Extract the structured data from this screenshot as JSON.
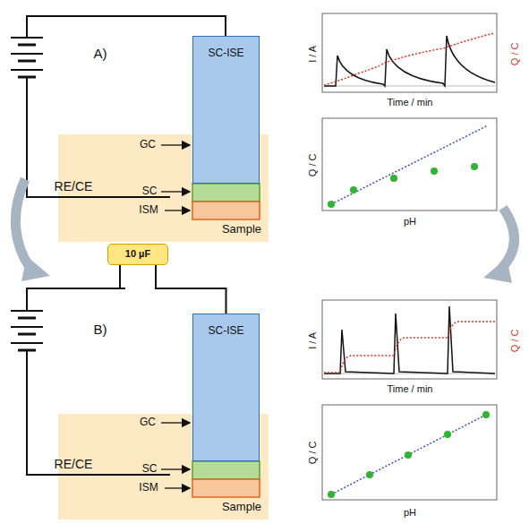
{
  "diagram": {
    "nodes": [
      {
        "text": [
          "SC-ISE"
        ]
      },
      {
        "text": [
          "Sample"
        ]
      },
      {
        "text": [
          "10 µF"
        ]
      },
      {
        "text": [
          "SC-ISE"
        ]
      },
      {
        "text": [
          "Sample"
        ]
      }
    ],
    "edges": [
      {
        "from": 2,
        "to": 3,
        "arrow": "none"
      }
    ],
    "labels": [
      "A)",
      "GC",
      "SC",
      "ISM",
      "RE/CE",
      "I / A",
      "Q / C",
      "Time / min",
      "Q / C",
      "pH",
      "B)",
      "GC",
      "SC",
      "ISM",
      "RE/CE",
      "I / A",
      "Q / C",
      "Time / min",
      "Q / C",
      "pH"
    ]
  }
}
